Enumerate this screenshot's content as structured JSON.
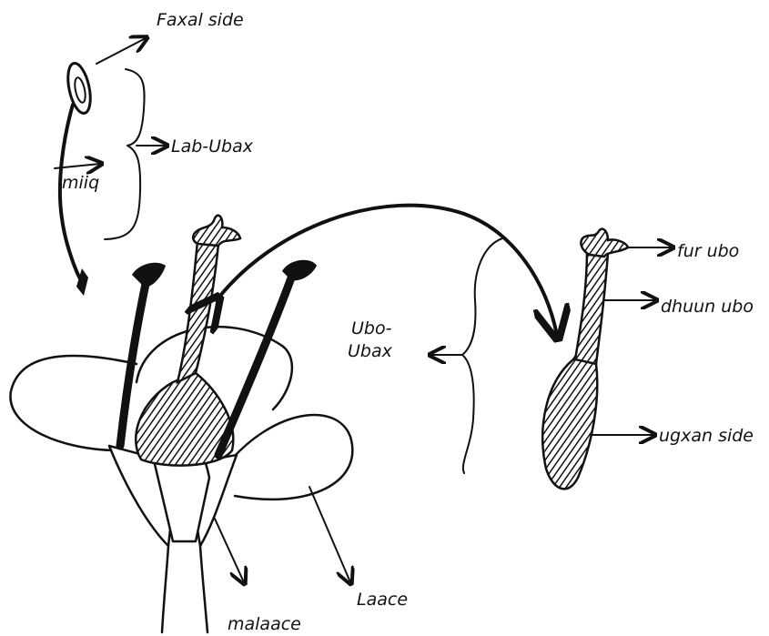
{
  "labels": {
    "faxal_side": "Faxal side",
    "lab_ubax": "Lab-Ubax",
    "miiq": "miiq",
    "ubo_ubax_line1": "Ubo-",
    "ubo_ubax_line2": "Ubax",
    "fur_ubo": "fur ubo",
    "dhuun_ubo": "dhuun ubo",
    "ugxan_side": "ugxan side",
    "malaace": "malaace",
    "laace": "Laace"
  }
}
